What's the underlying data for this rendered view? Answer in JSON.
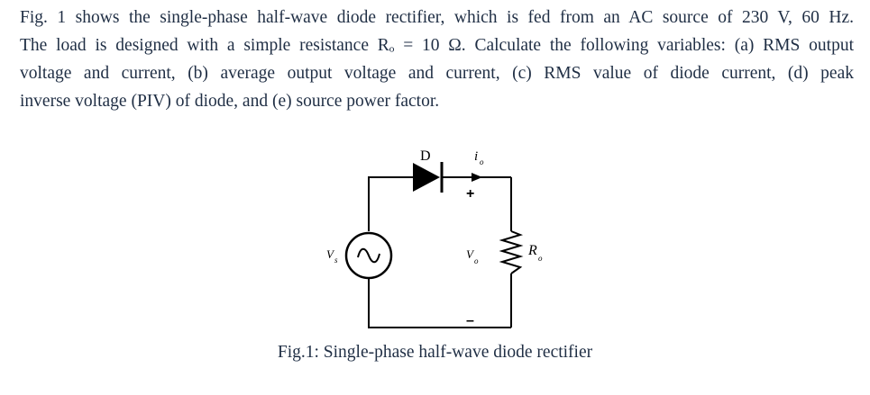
{
  "problem": {
    "lines": [
      "Fig. 1 shows the single-phase half-wave diode rectifier, which is fed from an AC source of 230 V, 60 Hz.",
      "The load is designed with a simple resistance Rₒ = 10 Ω. Calculate the following variables: (a) RMS output",
      "voltage and current, (b) average output voltage and current, (c) RMS value of diode current, (d) peak",
      "inverse voltage (PIV) of diode, and (e) source power factor."
    ]
  },
  "circuit": {
    "diode_label": "D",
    "current_label": "i",
    "current_sub": "o",
    "source_label": "V",
    "source_sub": "s",
    "output_label": "V",
    "output_sub": "o",
    "load_label": "R",
    "load_sub": "o",
    "plus": "+",
    "minus": "–"
  },
  "caption": "Fig.1: Single-phase half-wave diode rectifier"
}
